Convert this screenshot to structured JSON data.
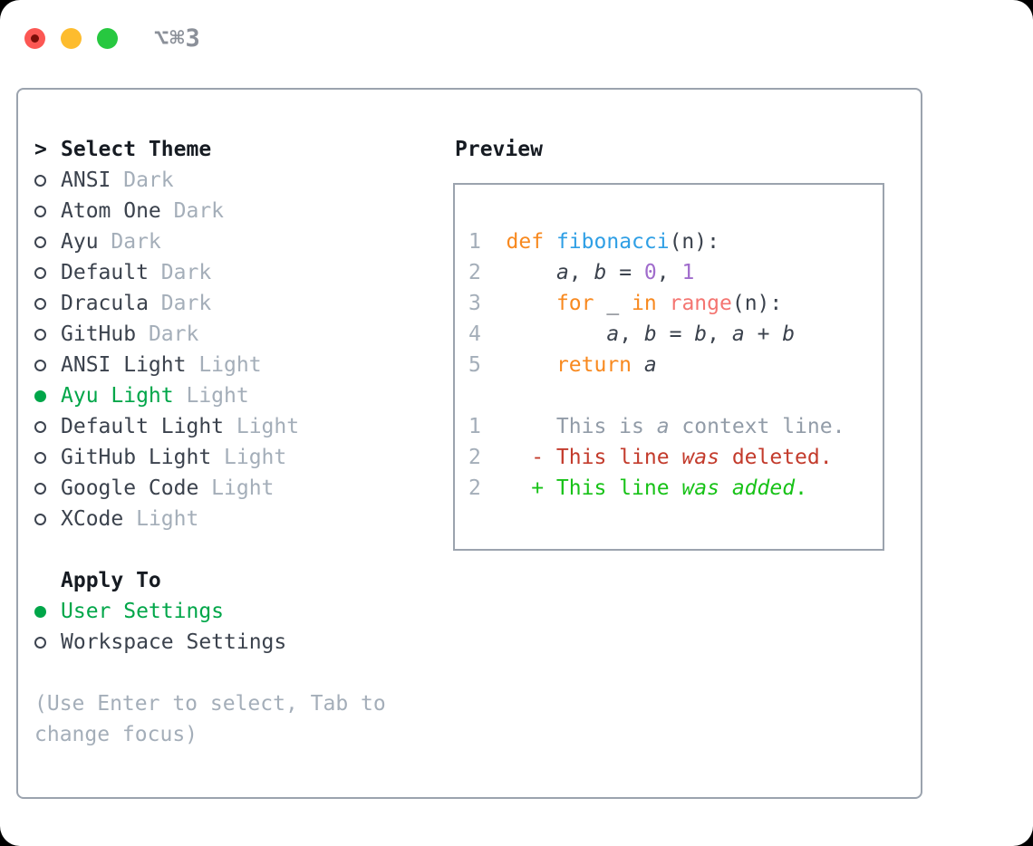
{
  "window": {
    "title": "⌥⌘3"
  },
  "colors": {
    "selected_green": "#00a649",
    "added_green": "#17c217",
    "deleted_red": "#c33b2c",
    "keyword_orange": "#f8891f",
    "function_blue": "#2f9fe5",
    "number_purple": "#a06ccc",
    "builtin_coral": "#f47571",
    "text_dark": "#3b424d",
    "header_black": "#161b22",
    "muted_gray": "#a4aeb9",
    "context_gray": "#929ca8",
    "border_gray": "#9ba3ae",
    "traffic_red": "#fc5753",
    "traffic_yellow": "#fdbc2e",
    "traffic_green": "#27c840",
    "title_gray": "#8b9099"
  },
  "sidebar": {
    "prompt": ">",
    "title": "Select Theme",
    "themes": [
      {
        "name": "ANSI",
        "variant": "Dark",
        "selected": false
      },
      {
        "name": "Atom One",
        "variant": "Dark",
        "selected": false
      },
      {
        "name": "Ayu",
        "variant": "Dark",
        "selected": false
      },
      {
        "name": "Default",
        "variant": "Dark",
        "selected": false
      },
      {
        "name": "Dracula",
        "variant": "Dark",
        "selected": false
      },
      {
        "name": "GitHub",
        "variant": "Dark",
        "selected": false
      },
      {
        "name": "ANSI Light",
        "variant": "Light",
        "selected": false
      },
      {
        "name": "Ayu Light",
        "variant": "Light",
        "selected": true
      },
      {
        "name": "Default Light",
        "variant": "Light",
        "selected": false
      },
      {
        "name": "GitHub Light",
        "variant": "Light",
        "selected": false
      },
      {
        "name": "Google Code",
        "variant": "Light",
        "selected": false
      },
      {
        "name": "XCode",
        "variant": "Light",
        "selected": false
      }
    ],
    "apply_title": "Apply To",
    "apply_options": [
      {
        "name": "User Settings",
        "selected": true
      },
      {
        "name": "Workspace Settings",
        "selected": false
      }
    ],
    "hint_lines": [
      "(Use Enter to select, Tab to",
      "change focus)"
    ]
  },
  "preview": {
    "title": "Preview",
    "lines": [
      {
        "segs": [
          {
            "t": "1  ",
            "s": "ln"
          },
          {
            "t": "def",
            "s": "kw"
          },
          {
            "t": " ",
            "s": "pl"
          },
          {
            "t": "fibonacci",
            "s": "fn"
          },
          {
            "t": "(n):",
            "s": "pl"
          }
        ]
      },
      {
        "segs": [
          {
            "t": "2  ",
            "s": "ln"
          },
          {
            "t": "    ",
            "s": "pl"
          },
          {
            "t": "a",
            "s": "var"
          },
          {
            "t": ", ",
            "s": "pl"
          },
          {
            "t": "b",
            "s": "var"
          },
          {
            "t": " = ",
            "s": "pl"
          },
          {
            "t": "0",
            "s": "num"
          },
          {
            "t": ", ",
            "s": "pl"
          },
          {
            "t": "1",
            "s": "num"
          }
        ]
      },
      {
        "segs": [
          {
            "t": "3  ",
            "s": "ln"
          },
          {
            "t": "    ",
            "s": "pl"
          },
          {
            "t": "for",
            "s": "kw"
          },
          {
            "t": " _ ",
            "s": "pl"
          },
          {
            "t": "in",
            "s": "kw"
          },
          {
            "t": " ",
            "s": "pl"
          },
          {
            "t": "range",
            "s": "call"
          },
          {
            "t": "(n):",
            "s": "pl"
          }
        ]
      },
      {
        "segs": [
          {
            "t": "4  ",
            "s": "ln"
          },
          {
            "t": "        ",
            "s": "pl"
          },
          {
            "t": "a",
            "s": "var"
          },
          {
            "t": ", ",
            "s": "pl"
          },
          {
            "t": "b",
            "s": "var"
          },
          {
            "t": " = ",
            "s": "pl"
          },
          {
            "t": "b",
            "s": "var"
          },
          {
            "t": ", ",
            "s": "pl"
          },
          {
            "t": "a",
            "s": "var"
          },
          {
            "t": " + ",
            "s": "pl"
          },
          {
            "t": "b",
            "s": "var"
          }
        ]
      },
      {
        "segs": [
          {
            "t": "5  ",
            "s": "ln"
          },
          {
            "t": "    ",
            "s": "pl"
          },
          {
            "t": "return",
            "s": "kw"
          },
          {
            "t": " ",
            "s": "pl"
          },
          {
            "t": "a",
            "s": "var"
          }
        ]
      },
      {
        "segs": []
      },
      {
        "segs": [
          {
            "t": "1  ",
            "s": "ln"
          },
          {
            "t": "    This is ",
            "s": "ctx"
          },
          {
            "t": "a",
            "s": "ctxi"
          },
          {
            "t": " context line.",
            "s": "ctx"
          }
        ]
      },
      {
        "segs": [
          {
            "t": "2  ",
            "s": "ln"
          },
          {
            "t": "  - This line ",
            "s": "del"
          },
          {
            "t": "was",
            "s": "deli"
          },
          {
            "t": " deleted.",
            "s": "del"
          }
        ]
      },
      {
        "segs": [
          {
            "t": "2  ",
            "s": "ln"
          },
          {
            "t": "  + This line ",
            "s": "add"
          },
          {
            "t": "was",
            "s": "addi"
          },
          {
            "t": " ",
            "s": "add"
          },
          {
            "t": "added",
            "s": "addi"
          },
          {
            "t": ".",
            "s": "add"
          }
        ]
      }
    ]
  }
}
